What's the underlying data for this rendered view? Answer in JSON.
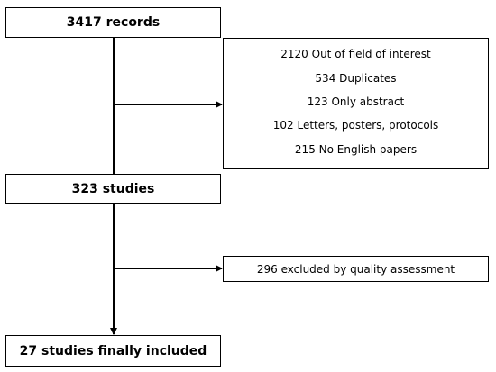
{
  "flow": {
    "records": {
      "label": "3417 records"
    },
    "exclusions_screening": {
      "items": [
        "2120 Out of field of interest",
        "534 Duplicates",
        "123 Only abstract",
        "102 Letters, posters, protocols",
        "215 No English papers"
      ]
    },
    "studies": {
      "label": "323 studies"
    },
    "exclusion_quality": {
      "label": "296 excluded by quality assessment"
    },
    "final": {
      "label": "27 studies finally included"
    }
  },
  "colors": {
    "line": "#000000",
    "box_border": "#000000",
    "background": "#ffffff"
  }
}
